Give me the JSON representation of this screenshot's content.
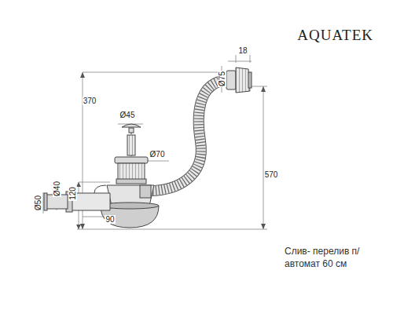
{
  "diagram": {
    "title": "AQUATEK",
    "caption": "Слив- перелив п/автомат 60 см",
    "labels": [
      "Ø75",
      "18",
      "370",
      "Ø45",
      "Ø70",
      "570",
      "Ø50",
      "Ø40",
      "120",
      "90"
    ]
  }
}
